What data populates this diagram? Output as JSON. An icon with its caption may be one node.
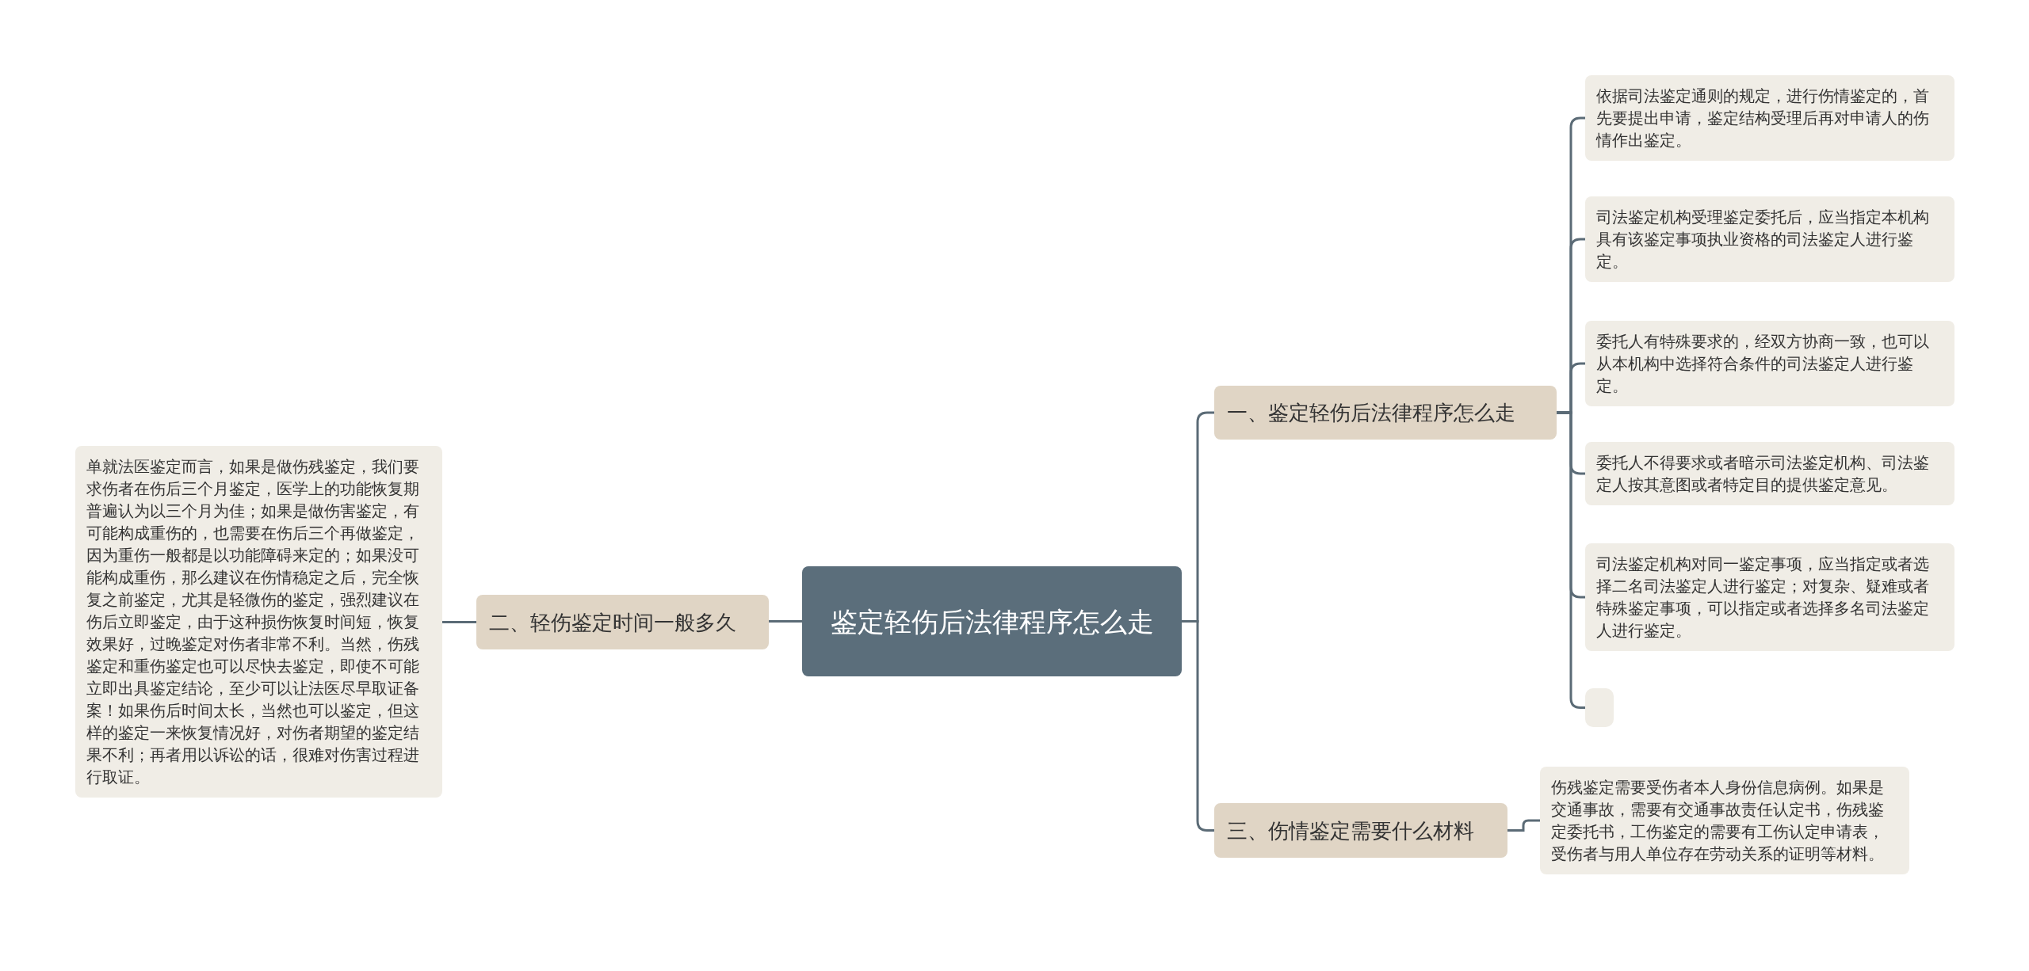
{
  "diagram": {
    "nodes": [
      {
        "text": [
          "鉴定轻伤后法律程序怎么走"
        ]
      },
      {
        "text": [
          "一、鉴定轻伤后法律程序怎么走"
        ]
      },
      {
        "text": [
          "依据司法鉴定通则的规定，进行伤情鉴定的，首先要提出申请，鉴定结构受理后再对申请人的伤情作出鉴定。"
        ]
      },
      {
        "text": [
          "司法鉴定机构受理鉴定委托后，应当指定本机构具有该鉴定事项执业资格的司法鉴定人进行鉴定。"
        ]
      },
      {
        "text": [
          "委托人有特殊要求的，经双方协商一致，也可以从本机构中选择符合条件的司法鉴定人进行鉴定。"
        ]
      },
      {
        "text": [
          "委托人不得要求或者暗示司法鉴定机构、司法鉴定人按其意图或者特定目的提供鉴定意见。"
        ]
      },
      {
        "text": [
          "司法鉴定机构对同一鉴定事项，应当指定或者选择二名司法鉴定人进行鉴定；对复杂、疑难或者特殊鉴定事项，可以指定或者选择多名司法鉴定人进行鉴定。"
        ]
      },
      {
        "text": [],
        "shape": "box"
      },
      {
        "text": [
          "三、伤情鉴定需要什么材料"
        ]
      },
      {
        "text": [
          "伤残鉴定需要受伤者本人身份信息病例。如果是交通事故，需要有交通事故责任认定书，伤残鉴定委托书，工伤鉴定的需要有工伤认定申请表，受伤者与用人单位存在劳动关系的证明等材料。"
        ]
      },
      {
        "text": [
          "二、轻伤鉴定时间一般多久"
        ]
      },
      {
        "text": [
          "单就法医鉴定而言，如果是做伤残鉴定，我们要求伤者在伤后三个月鉴定，医学上的功能恢复期普遍认为以三个月为佳；如果是做伤害鉴定，有可能构成重伤的，也需要在伤后三个再做鉴定，因为重伤一般都是以功能障碍来定的；如果没可能构成重伤，那么建议在伤情稳定之后，完全恢复之前鉴定，尤其是轻微伤的鉴定，强烈建议在伤后立即鉴定，由于这种损伤恢复时间短，恢复效果好，过晚鉴定对伤者非常不利。当然，伤残鉴定和重伤鉴定也可以尽快去鉴定，即使不可能立即出具鉴定结论，至少可以让法医尽早取证备案！如果伤后时间太长，当然也可以鉴定，但这样的鉴定一来恢复情况好，对伤者期望的鉴定结果不利；再者用以诉讼的话，很难对伤害过程进行取证。"
        ]
      }
    ],
    "edges": [
      {
        "from": 0,
        "to": 1,
        "arrow": "none"
      },
      {
        "from": 1,
        "to": 2,
        "arrow": "none"
      },
      {
        "from": 1,
        "to": 3,
        "arrow": "none"
      },
      {
        "from": 1,
        "to": 4,
        "arrow": "none"
      },
      {
        "from": 1,
        "to": 5,
        "arrow": "none"
      },
      {
        "from": 1,
        "to": 6,
        "arrow": "none"
      },
      {
        "from": 1,
        "to": 7,
        "arrow": "none"
      },
      {
        "from": 0,
        "to": 8,
        "arrow": "none"
      },
      {
        "from": 8,
        "to": 9,
        "arrow": "none"
      },
      {
        "from": 0,
        "to": 10,
        "arrow": "none"
      },
      {
        "from": 10,
        "to": 11,
        "arrow": "none"
      }
    ]
  }
}
